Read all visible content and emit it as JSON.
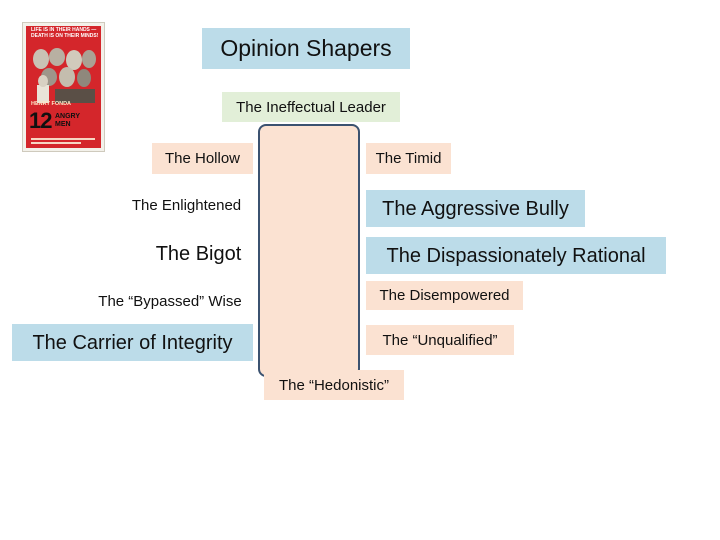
{
  "title": "Opinion Shapers",
  "center_top": "The Ineffectual Leader",
  "center_bottom": "The “Hedonistic”",
  "left": [
    {
      "id": "hollow",
      "label": "The Hollow"
    },
    {
      "id": "enlightened",
      "label": "The Enlightened"
    },
    {
      "id": "bigot",
      "label": "The Bigot"
    },
    {
      "id": "bypassed",
      "label": "The “Bypassed” Wise"
    },
    {
      "id": "integrity",
      "label": "The Carrier of Integrity"
    }
  ],
  "right": [
    {
      "id": "timid",
      "label": "The Timid"
    },
    {
      "id": "bully",
      "label": "The Aggressive Bully"
    },
    {
      "id": "rational",
      "label": "The Dispassionately Rational"
    },
    {
      "id": "disempowered",
      "label": "The Disempowered"
    },
    {
      "id": "unqualified",
      "label": "The “Unqualified”"
    }
  ],
  "poster": {
    "tagline": "LIFE IS IN THEIR HANDS — DEATH IS ON THEIR MINDS!",
    "star": "HENRY FONDA",
    "number": "12",
    "words": "ANGRY MEN"
  },
  "colors": {
    "title_bg": "#bcdce9",
    "green_bg": "#e2efd8",
    "peach_bg": "#fbe2d2",
    "column_border": "#3b5270",
    "poster_red": "#d4262b"
  }
}
